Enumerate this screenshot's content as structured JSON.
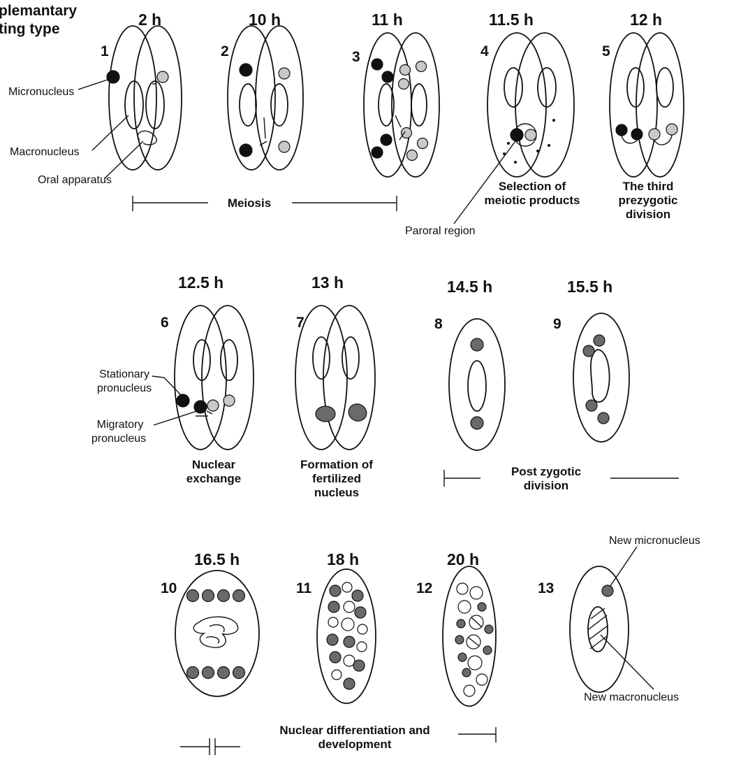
{
  "header": {
    "line1": "plemantary",
    "line2": "ting type"
  },
  "stages": [
    {
      "number": "1",
      "time": "2 h"
    },
    {
      "number": "2",
      "time": "10 h"
    },
    {
      "number": "3",
      "time": "11 h"
    },
    {
      "number": "4",
      "time": "11.5 h"
    },
    {
      "number": "5",
      "time": "12 h"
    },
    {
      "number": "6",
      "time": "12.5 h"
    },
    {
      "number": "7",
      "time": "13 h"
    },
    {
      "number": "8",
      "time": "14.5 h"
    },
    {
      "number": "9",
      "time": "15.5 h"
    },
    {
      "number": "10",
      "time": "16.5 h"
    },
    {
      "number": "11",
      "time": "18 h"
    },
    {
      "number": "12",
      "time": "20 h"
    },
    {
      "number": "13",
      "time": ""
    }
  ],
  "annotations": {
    "micronucleus": "Micronucleus",
    "macronucleus": "Macronucleus",
    "oral_apparatus": "Oral apparatus",
    "paroral_region": "Paroral region",
    "stationary_1": "Stationary",
    "stationary_2": "pronucleus",
    "migratory_1": "Migratory",
    "migratory_2": "pronucleus",
    "new_micronucleus": "New micronucleus",
    "new_macronucleus": "New macronucleus"
  },
  "captions": {
    "meiosis": "Meiosis",
    "selection_1": "Selection of",
    "selection_2": "meiotic products",
    "third_1": "The third",
    "third_2": "prezygotic",
    "third_3": "division",
    "exchange_1": "Nuclear",
    "exchange_2": "exchange",
    "formation_1": "Formation of",
    "formation_2": "fertilized",
    "formation_3": "nucleus",
    "postzygotic_1": "Post zygotic",
    "postzygotic_2": "division",
    "differentiation_1": "Nuclear differentiation and",
    "differentiation_2": "development"
  },
  "colors": {
    "ink": "#111111",
    "micronucleus_black": "#111111",
    "micronucleus_light": "#c9c9c9",
    "zygotic_nucleus": "#6a6a6a"
  }
}
